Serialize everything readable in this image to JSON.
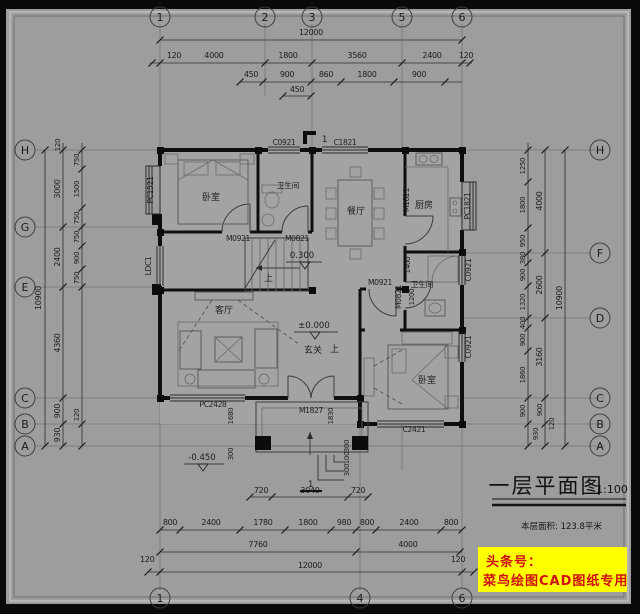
{
  "colors": {
    "paper_grey": "#9d9d9d",
    "frame_black": "#0a0a0a",
    "wall_black": "#0f0f0f",
    "badge_yellow": "#ffff00",
    "badge_red": "#cf1010"
  },
  "title_block": {
    "title": "一层平面图",
    "scale": "1:100",
    "area": "本层面积: 123.8平米"
  },
  "badge": {
    "line1": "头条号：",
    "line2": "菜鸟绘图CAD图纸专用"
  },
  "grid": {
    "top": [
      "1",
      "2",
      "3",
      "5",
      "6"
    ],
    "bottom": [
      "1",
      "4",
      "6"
    ],
    "left": [
      "H",
      "G",
      "E",
      "C",
      "B",
      "A"
    ],
    "right": [
      "H",
      "F",
      "D",
      "C",
      "B",
      "A"
    ]
  },
  "dims": {
    "top_overall": "12000",
    "top_row2": [
      "120",
      "4000",
      "1800",
      "3560",
      "2400",
      "120"
    ],
    "top_row3": [
      "450",
      "900",
      "860",
      "1800",
      "900"
    ],
    "top_row4": "450",
    "bottom_row1": [
      "720",
      "3040",
      "720"
    ],
    "bottom_row2": [
      "800",
      "2400",
      "1780",
      "1800",
      "980",
      "800",
      "2400",
      "800"
    ],
    "bottom_row3": [
      "7760",
      "4000"
    ],
    "bottom_row4": [
      "120",
      "12000",
      "120"
    ],
    "left_outer": "10900",
    "left_mid": [
      "120",
      "3000",
      "2400",
      "4360",
      "900",
      "930"
    ],
    "left_inner": [
      "750",
      "1500",
      "750",
      "750",
      "900",
      "750",
      "120"
    ],
    "right_outer": "10900",
    "right_mid": [
      "4000",
      "2600",
      "3160",
      "900",
      "120"
    ],
    "right_inner": [
      "1250",
      "1800",
      "950",
      "380",
      "900",
      "1320",
      "400",
      "900",
      "1860",
      "900",
      "930"
    ],
    "interior": [
      "1680",
      "1830",
      "1400",
      "1200",
      "300",
      "300",
      "100",
      "300"
    ]
  },
  "rooms": {
    "bedroom1": "卧室",
    "bath1": "卫生间",
    "dining": "餐厅",
    "kitchen": "厨房",
    "living": "客厅",
    "bath2": "卫生间",
    "foyer": "玄关",
    "bedroom2": "卧室"
  },
  "openings": {
    "pc1521": "PC1521",
    "ldc1": "LDC1",
    "c0921": "C0921",
    "c1821": "C1821",
    "pc1821": "PC1821",
    "m1821": "M1821",
    "m0921": "M0921",
    "m0821": "M0821",
    "pc2428": "PC2428",
    "m1827": "M1827",
    "c2421": "C2421"
  },
  "elevations": {
    "stair_landing": "0.300",
    "ground": "±0.000",
    "porch": "-0.450"
  },
  "annotations": {
    "up": "上",
    "section": "1"
  }
}
